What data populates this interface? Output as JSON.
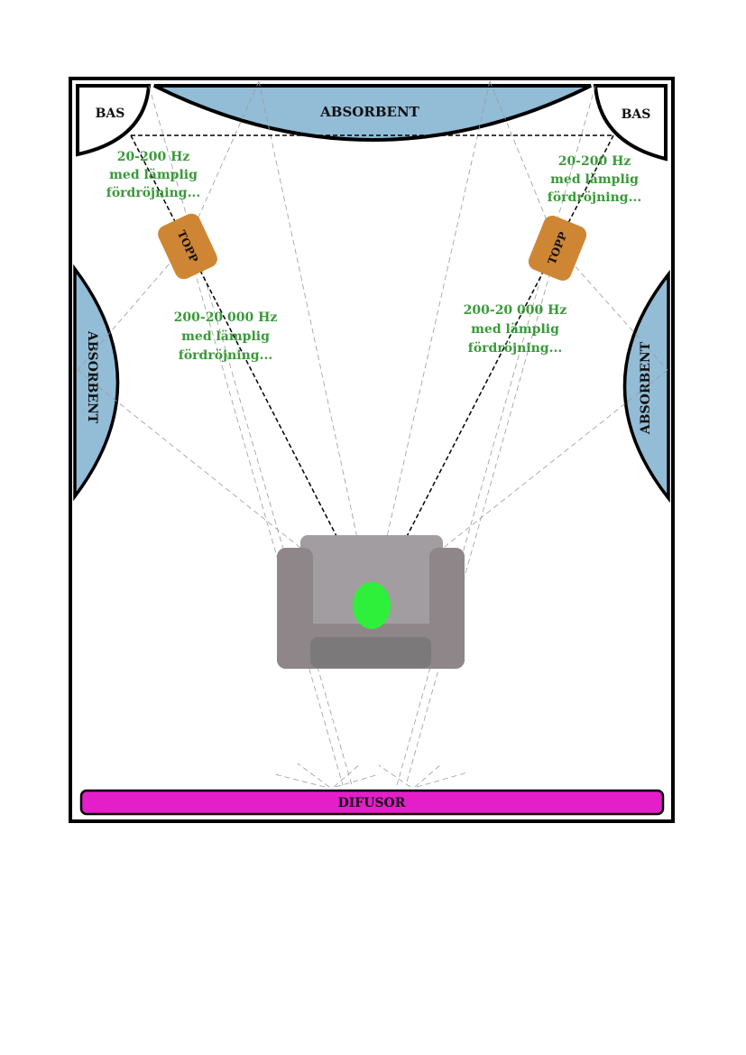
{
  "labels": {
    "bas_left": "BAS",
    "bas_right": "BAS",
    "absorbent_top": "ABSORBENT",
    "absorbent_left": "ABSORBENT",
    "absorbent_right": "ABSORBENT",
    "topp_left": "TOPP",
    "topp_right": "TOPP",
    "difusor": "DIFUSOR"
  },
  "notes": {
    "bass_left": [
      "20-200 Hz",
      "med lämplig",
      "fördröjning..."
    ],
    "bass_right": [
      "20-200 Hz",
      "med lämplig",
      "fördröjning..."
    ],
    "top_left": [
      "200-20 000 Hz",
      "med lämplig",
      "fördröjning..."
    ],
    "top_right": [
      "200-20 000 Hz",
      "med lämplig",
      "fördröjning..."
    ]
  },
  "colors": {
    "absorbent": "#93bcd6",
    "speaker_top": "#cf8634",
    "diffusor": "#e41ec8",
    "note_text": "#3a9a3a",
    "listener": "#2ef03a",
    "sofa_frame": "#8e8688",
    "sofa_back": "#a29da0",
    "sofa_cushion": "#7c797b",
    "wall": "#000000"
  }
}
